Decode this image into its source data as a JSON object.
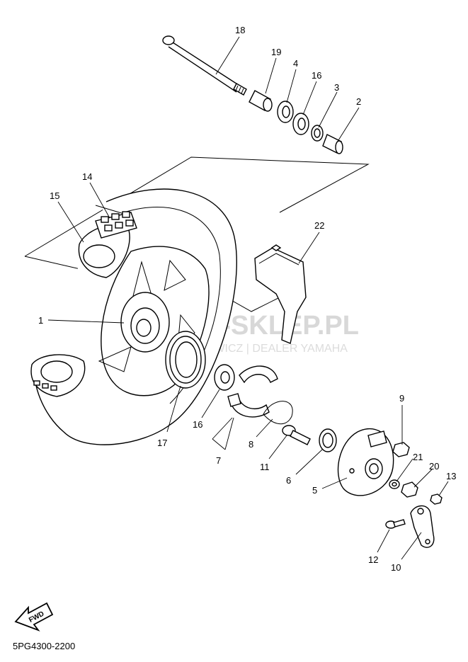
{
  "watermark": {
    "main": "YAMA-SKLEP.PL",
    "sub": "OWICZ | DEALER YAMAHA"
  },
  "diagram_code": "5PG4300-2200",
  "fwd_label": "FWD",
  "callouts": {
    "c1": "1",
    "c2": "2",
    "c3": "3",
    "c4": "4",
    "c5": "5",
    "c6": "6",
    "c7": "7",
    "c8": "8",
    "c9": "9",
    "c10": "10",
    "c11": "11",
    "c12": "12",
    "c13": "13",
    "c14": "14",
    "c15": "15",
    "c16a": "16",
    "c16b": "16",
    "c17": "17",
    "c18": "18",
    "c19": "19",
    "c20": "20",
    "c21": "21",
    "c22": "22"
  }
}
